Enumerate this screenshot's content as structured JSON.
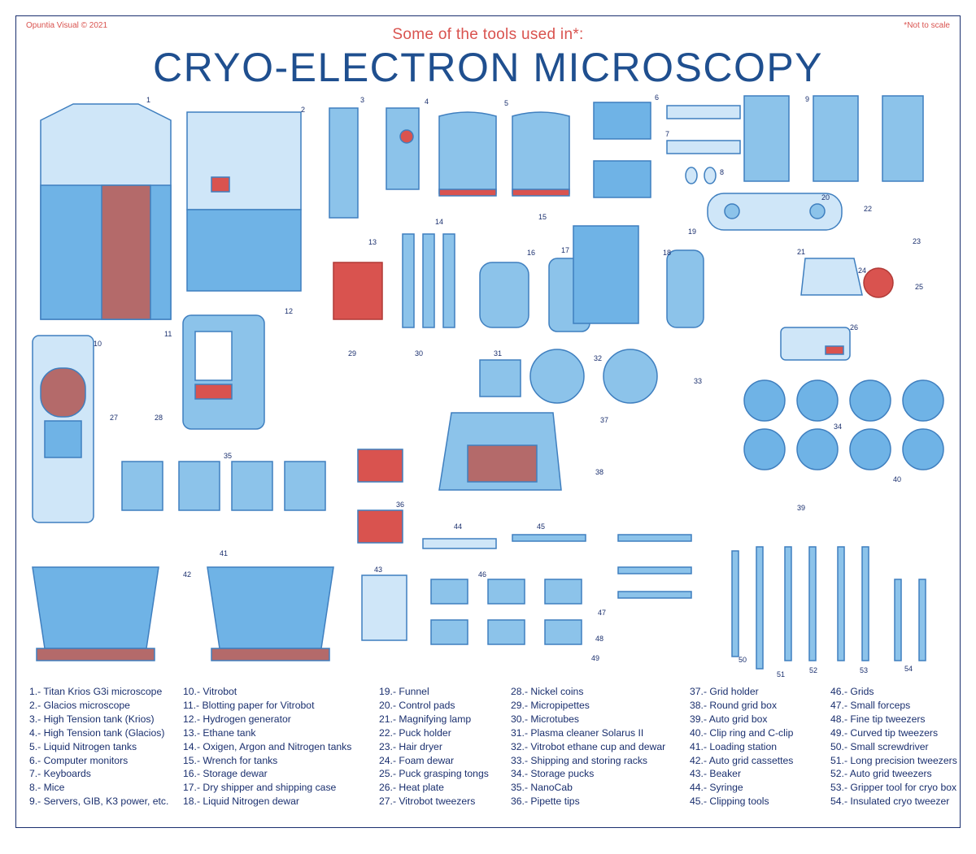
{
  "credit": "Opuntia Visual © 2021",
  "note": "*Not to scale",
  "subtitle": "Some of the tools used in*:",
  "title": "CRYO-ELECTRON MICROSCOPY",
  "colors": {
    "blue": "#4a9bd8",
    "light_blue": "#a9d4f2",
    "red": "#d9534f",
    "navy": "#1a2f6e",
    "title_blue": "#1f4f8f"
  },
  "numbers": [
    "1",
    "2",
    "3",
    "4",
    "5",
    "6",
    "7",
    "8",
    "9",
    "10",
    "11",
    "12",
    "13",
    "14",
    "15",
    "16",
    "17",
    "18",
    "19",
    "20",
    "21",
    "22",
    "23",
    "24",
    "25",
    "26",
    "27",
    "28",
    "29",
    "30",
    "31",
    "32",
    "33",
    "34",
    "35",
    "36",
    "37",
    "38",
    "39",
    "40",
    "41",
    "42",
    "43",
    "44",
    "45",
    "46",
    "47",
    "48",
    "49",
    "50",
    "51",
    "52",
    "53",
    "54"
  ],
  "legend": {
    "col1": [
      "1.- Titan Krios G3i microscope",
      "2.- Glacios microscope",
      "3.- High Tension tank (Krios)",
      "4.- High Tension tank (Glacios)",
      "5.- Liquid Nitrogen tanks",
      "6.- Computer monitors",
      "7.- Keyboards",
      "8.- Mice",
      "9.- Servers, GIB, K3 power, etc."
    ],
    "col2": [
      "10.- Vitrobot",
      "11.- Blotting paper for Vitrobot",
      "12.- Hydrogen generator",
      "13.- Ethane tank",
      "14.- Oxigen, Argon and  Nitrogen tanks",
      "15.- Wrench for tanks",
      "16.- Storage dewar",
      "17.- Dry shipper and shipping case",
      "18.- Liquid Nitrogen dewar"
    ],
    "col3": [
      "19.- Funnel",
      "20.- Control pads",
      "21.- Magnifying lamp",
      "22.- Puck holder",
      "23.- Hair dryer",
      "24.- Foam dewar",
      "25.- Puck grasping tongs",
      "26.- Heat plate",
      "27.- Vitrobot tweezers"
    ],
    "col4": [
      "28.- Nickel coins",
      "29.- Micropipettes",
      "30.- Microtubes",
      "31.- Plasma cleaner Solarus II",
      "32.- Vitrobot ethane cup and dewar",
      "33.- Shipping and storing racks",
      "34.- Storage pucks",
      "35.- NanoCab",
      "36.- Pipette tips"
    ],
    "col5": [
      "37.- Grid holder",
      "38.- Round grid box",
      "39.- Auto grid box",
      "40.- Clip ring and C-clip",
      "41.- Loading station",
      "42.- Auto grid cassettes",
      "43.- Beaker",
      "44.- Syringe",
      "45.- Clipping tools"
    ],
    "col6": [
      "46.- Grids",
      "47.- Small forceps",
      "48.- Fine tip tweezers",
      "49.- Curved tip tweezers",
      "50.- Small screwdriver",
      "51.- Long precision tweezers",
      "52.- Auto grid tweezers",
      "53.- Gripper tool for cryo box",
      "54.- Insulated cryo tweezer"
    ]
  }
}
